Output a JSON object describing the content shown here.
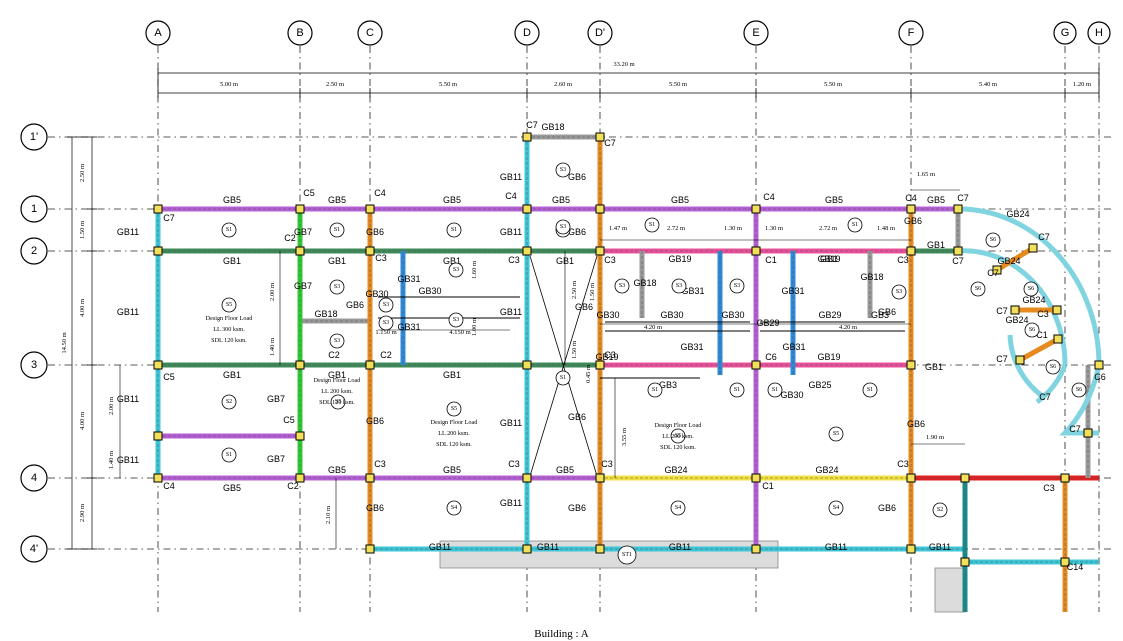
{
  "caption": "Building : A",
  "overall_dimension": "33.20 m",
  "column_axes": [
    "A",
    "B",
    "C",
    "D",
    "D'",
    "E",
    "F",
    "G",
    "H"
  ],
  "row_axes": [
    "1'",
    "1",
    "2",
    "3",
    "4",
    "4'"
  ],
  "top_dimensions": [
    "5.00 m",
    "2.50 m",
    "5.50 m",
    "2.60 m",
    "5.50 m",
    "5.50 m",
    "5.40 m",
    "1.20 m"
  ],
  "left_dimensions": [
    "2.50 m",
    "1.50 m",
    "4.00 m",
    "4.00 m",
    "2.90 m"
  ],
  "left_total": "14.50 m",
  "sub_dimensions": [
    "2.00 m",
    "1.40 m",
    "2.00 m",
    "1.40 m",
    "1.65 m",
    "1.90 m",
    "2.10 m",
    "3.55 m",
    "1.47 m",
    "2.72 m",
    "1.30 m",
    "1.30 m",
    "2.72 m",
    "1.48 m",
    "4.20 m",
    "4.20 m",
    "1.150 m",
    "4.150 m",
    "2.50 m",
    "1.50 m",
    "0.45 m",
    "1.60 m",
    "1.00 m",
    "1.50 m"
  ],
  "beam_labels": [
    "GB5",
    "GB5",
    "GB5",
    "GB5",
    "GB5",
    "GB5",
    "GB5",
    "GB5",
    "GB5",
    "GB5",
    "GB5",
    "GB1",
    "GB1",
    "GB1",
    "GB1",
    "GB1",
    "GB1",
    "GB1",
    "GB1",
    "GB1",
    "GB1",
    "GB11",
    "GB11",
    "GB11",
    "GB11",
    "GB11",
    "GB11",
    "GB11",
    "GB11",
    "GB11",
    "GB11",
    "GB11",
    "GB11",
    "GB11",
    "GB11",
    "GB18",
    "GB18",
    "GB18",
    "GB18",
    "GB7",
    "GB7",
    "GB7",
    "GB7",
    "GB6",
    "GB6",
    "GB6",
    "GB6",
    "GB6",
    "GB6",
    "GB6",
    "GB6",
    "GB6",
    "GB6",
    "GB6",
    "GB6",
    "GB6",
    "GB19",
    "GB19",
    "GB19",
    "GB19",
    "GB31",
    "GB31",
    "GB31",
    "GB31",
    "GB31",
    "GB31",
    "GB30",
    "GB30",
    "GB30",
    "GB30",
    "GB30",
    "GB30",
    "GB29",
    "GB29",
    "GB3",
    "GB3",
    "GB25",
    "GB24",
    "GB24",
    "GB24",
    "GB24",
    "GB24",
    "GB24"
  ],
  "column_labels": [
    "C7",
    "C7",
    "C7",
    "C7",
    "C7",
    "C7",
    "C7",
    "C7",
    "C7",
    "C7",
    "C7",
    "C5",
    "C5",
    "C5",
    "C4",
    "C4",
    "C4",
    "C4",
    "C4",
    "C2",
    "C2",
    "C2",
    "C2",
    "C3",
    "C3",
    "C3",
    "C3",
    "C3",
    "C3",
    "C3",
    "C3",
    "C3",
    "C3",
    "C3",
    "C1",
    "C1",
    "C1",
    "C14",
    "C6",
    "C6"
  ],
  "slab_labels": [
    "S1",
    "S1",
    "S1",
    "S1",
    "S1",
    "S1",
    "S1",
    "S1",
    "S1",
    "S1",
    "S1",
    "S1",
    "S2",
    "S2",
    "S3",
    "S3",
    "S3",
    "S3",
    "S3",
    "S3",
    "S3",
    "S3",
    "S3",
    "S3",
    "S3",
    "S3",
    "S4",
    "S4",
    "S4",
    "S5",
    "S5",
    "S5",
    "S5",
    "S5",
    "S6",
    "S6",
    "S6",
    "S6",
    "S6",
    "S6",
    "ST1"
  ],
  "load_notes": [
    [
      "Design Floor Load",
      "LL 300 ksm.",
      "SDL 120 ksm."
    ],
    [
      "Design Floor Load",
      "LL 200 ksm.",
      "SDL 120 ksm."
    ],
    [
      "Design Floor Load",
      "LL 200 ksm.",
      "SDL 120 ksm."
    ],
    [
      "Design Floor Load",
      "LL 200 ksm.",
      "SDL 120 ksm."
    ]
  ],
  "colors": {
    "gb5": "#b45fd6",
    "gb1": "#3e8a5a",
    "gb11": "#3cc6d8",
    "gb7": "#32c832",
    "gb6": "#e58a1f",
    "gb19": "#e8509a",
    "gb3": "#f0e040",
    "gb31": "#2e8ad8",
    "gb18": "#9a9a9a",
    "red": "#e02020",
    "teal": "#1a8a8a",
    "curved": "#7fd4e0",
    "column": "#f2e05a"
  }
}
